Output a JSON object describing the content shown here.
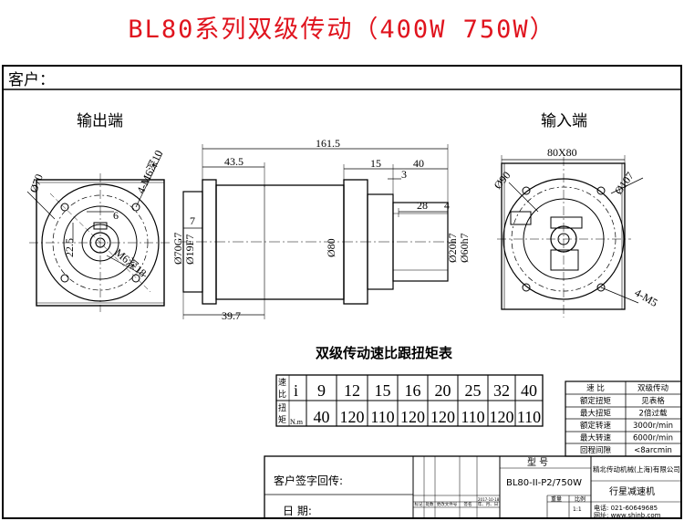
{
  "title": "BL80系列双级传动（400W 750W）",
  "customer_label": "客户：",
  "views": {
    "output_label": "输出端",
    "input_label": "输入端"
  },
  "dims": {
    "total_length": "161.5",
    "d43_5": "43.5",
    "d15": "15",
    "d40": "40",
    "d3": "3",
    "d28": "28",
    "d4": "4",
    "d7": "7",
    "d39_7": "39.7",
    "dia80": "Ø80",
    "dia70g7": "Ø70G7",
    "dia19f7": "Ø19F7",
    "dia20h7": "Ø20h7",
    "dia60h7": "Ø60h7",
    "dia70": "Ø70",
    "m6_10": "4-M6深10",
    "m6_18": "M6深18",
    "d6": "6",
    "d22_5": "22.5",
    "sq80": "80X80",
    "dia90": "Ø90",
    "dia107": "Ø107",
    "m5": "4-M5"
  },
  "ratio_table": {
    "title": "双级传动速比跟扭矩表",
    "row1_head": [
      "速",
      "比",
      "i"
    ],
    "row2_head": [
      "扭",
      "矩",
      "N.m"
    ],
    "ratios": [
      "9",
      "12",
      "15",
      "16",
      "20",
      "25",
      "32",
      "40"
    ],
    "torques": [
      "40",
      "120",
      "110",
      "120",
      "120",
      "110",
      "120",
      "110"
    ]
  },
  "spec_table": {
    "rows": [
      [
        "速 比",
        "双级传动"
      ],
      [
        "额定扭矩",
        "见表格"
      ],
      [
        "最大扭矩",
        "2倍过载"
      ],
      [
        "额定转速",
        "3000r/min"
      ],
      [
        "最大转速",
        "6000r/min"
      ],
      [
        "回程间隙",
        "<8arcmin"
      ]
    ]
  },
  "title_block": {
    "sign_label": "客户签字回传:",
    "date_label": "日    期:",
    "model_label": "型  号",
    "model_value": "BL80-II-P2/750W",
    "company": "精北传动机械(上海)有限公司",
    "product": "行星减速机",
    "scale_label": "比例",
    "scale_value": "1:1",
    "weight_label": "重量",
    "phone": "电话: 021-60649685",
    "website": "网址: www.shjnb.com",
    "rev_cols": [
      "标记",
      "处数",
      "更改文件号",
      "签名",
      "年、月、日"
    ],
    "date_small": "2017-10-18"
  }
}
